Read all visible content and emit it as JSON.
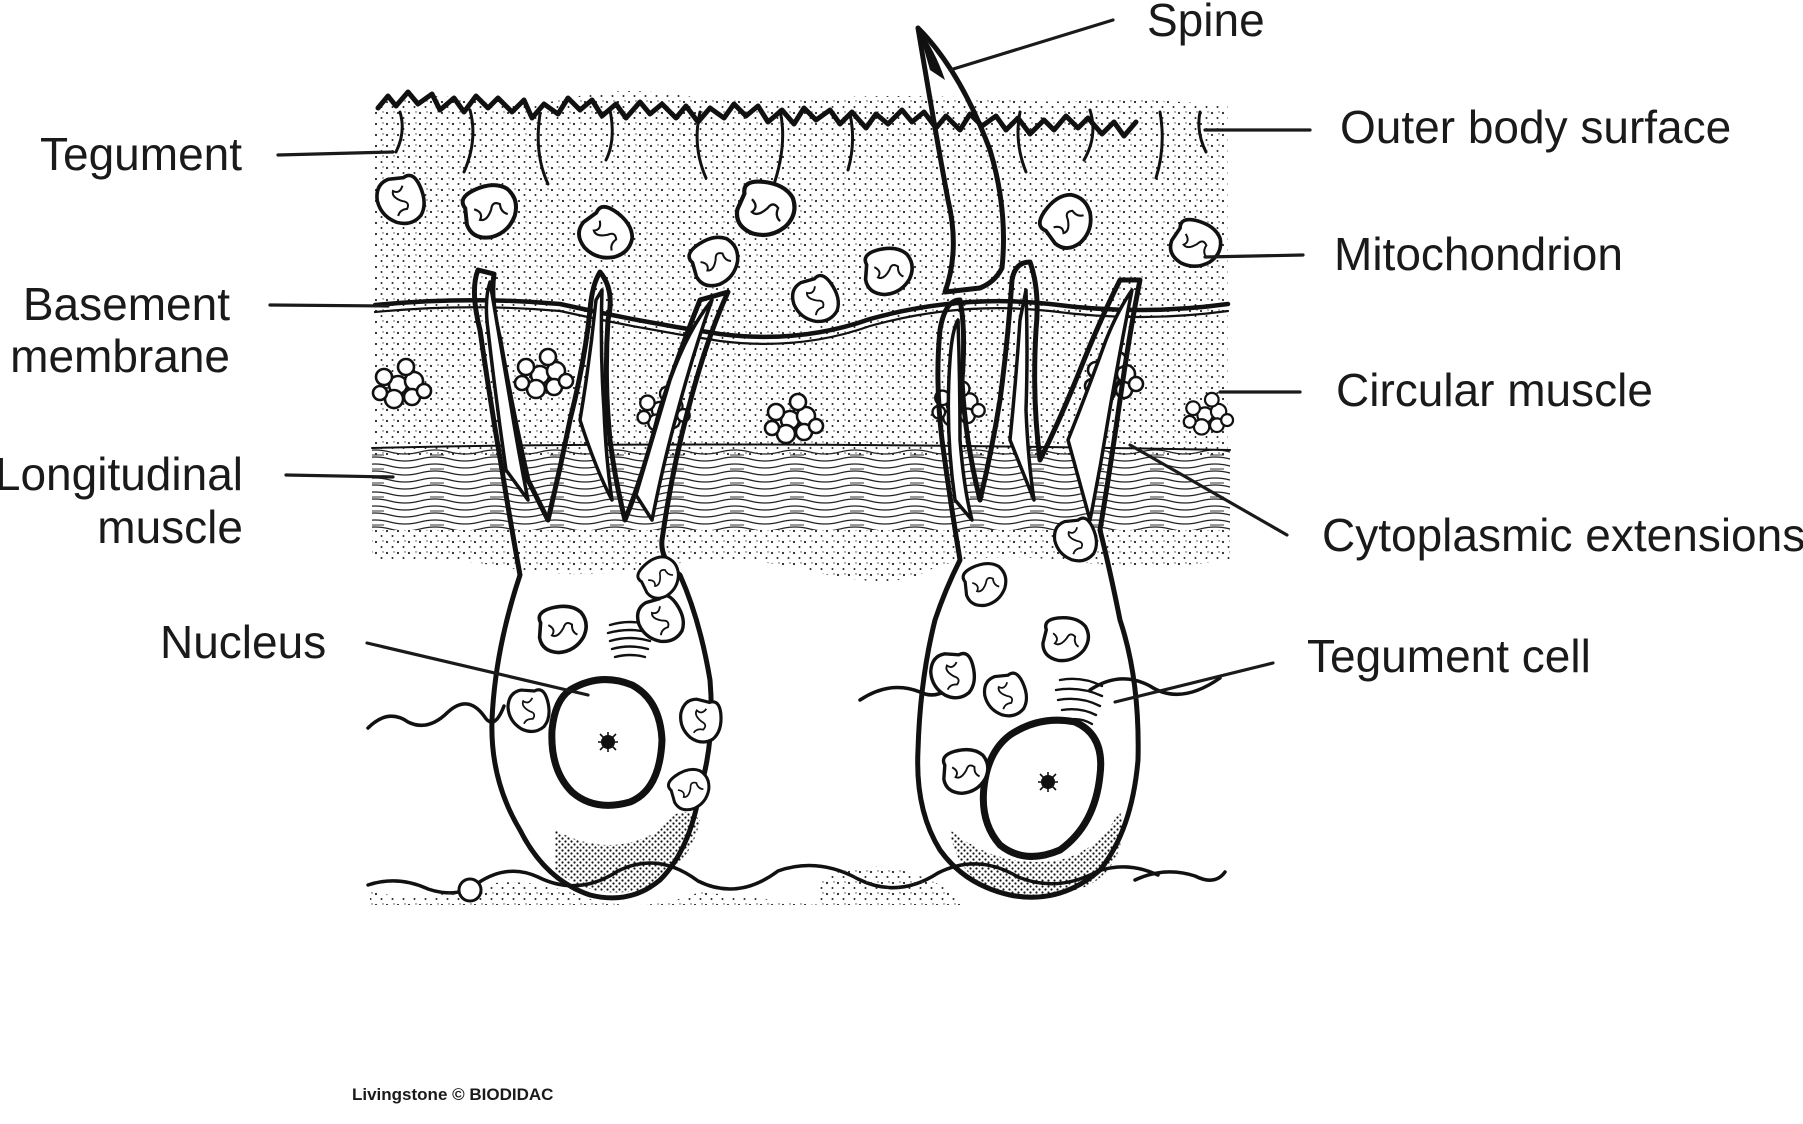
{
  "labels": {
    "spine": "Spine",
    "outer_body_surface": "Outer body surface",
    "tegument": "Tegument",
    "mitochondrion": "Mitochondrion",
    "basement_line1": "Basement",
    "basement_line2": "membrane",
    "circular_muscle": "Circular muscle",
    "longitudinal_line1": "Longitudinal",
    "longitudinal_line2": "muscle",
    "cytoplasmic_extensions": "Cytoplasmic extensions",
    "nucleus": "Nucleus",
    "tegument_cell": "Tegument cell"
  },
  "credit": "Livingstone © BIODIDAC",
  "colors": {
    "ink": "#111111",
    "background": "#ffffff"
  }
}
